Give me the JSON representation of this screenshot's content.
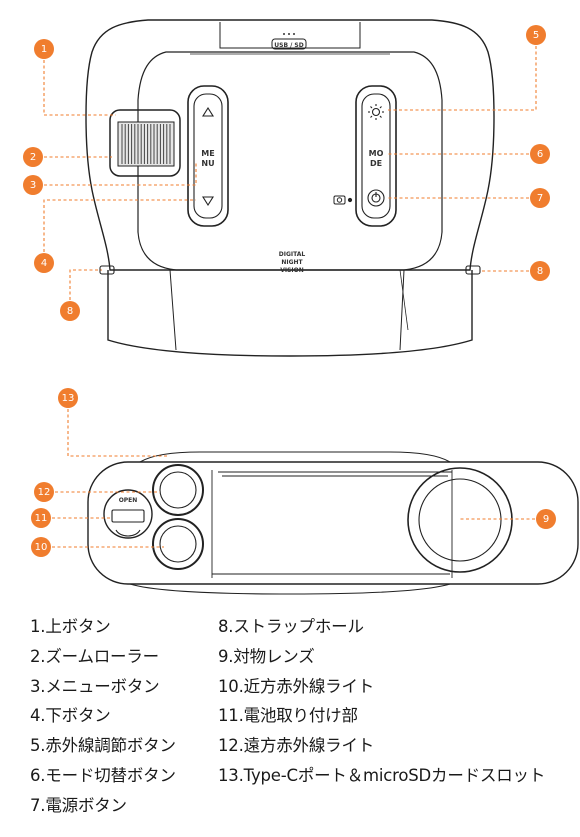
{
  "accent_color": "#f07d2e",
  "device_labels": {
    "brand_text": [
      "DIGITAL",
      "NIGHT",
      "VISION"
    ],
    "menu_button": [
      "ME",
      "NU"
    ],
    "mode_button": [
      "MO",
      "DE"
    ],
    "slot_label": "USB / SD",
    "battery_label": "OPEN"
  },
  "callouts": [
    {
      "id": 1,
      "label": "1"
    },
    {
      "id": 2,
      "label": "2"
    },
    {
      "id": 3,
      "label": "3"
    },
    {
      "id": 4,
      "label": "4"
    },
    {
      "id": 5,
      "label": "5"
    },
    {
      "id": 6,
      "label": "6"
    },
    {
      "id": 7,
      "label": "7"
    },
    {
      "id": 8,
      "label": "8"
    },
    {
      "id": 9,
      "label": "8"
    },
    {
      "id": 10,
      "label": "9"
    },
    {
      "id": 11,
      "label": "10"
    },
    {
      "id": 12,
      "label": "11"
    },
    {
      "id": 13,
      "label": "12"
    },
    {
      "id": 14,
      "label": "13"
    }
  ],
  "legend": {
    "left": [
      "1.上ボタン",
      "2.ズームローラー",
      "3.メニューボタン",
      "4.下ボタン",
      "5.赤外線調節ボタン",
      "6.モード切替ボタン",
      "7.電源ボタン"
    ],
    "right": [
      "8.ストラップホール",
      "9.対物レンズ",
      "10.近方赤外線ライト",
      "11.電池取り付け部",
      "12.遠方赤外線ライト",
      "13.Type-Cポート＆microSDカードスロット"
    ]
  }
}
